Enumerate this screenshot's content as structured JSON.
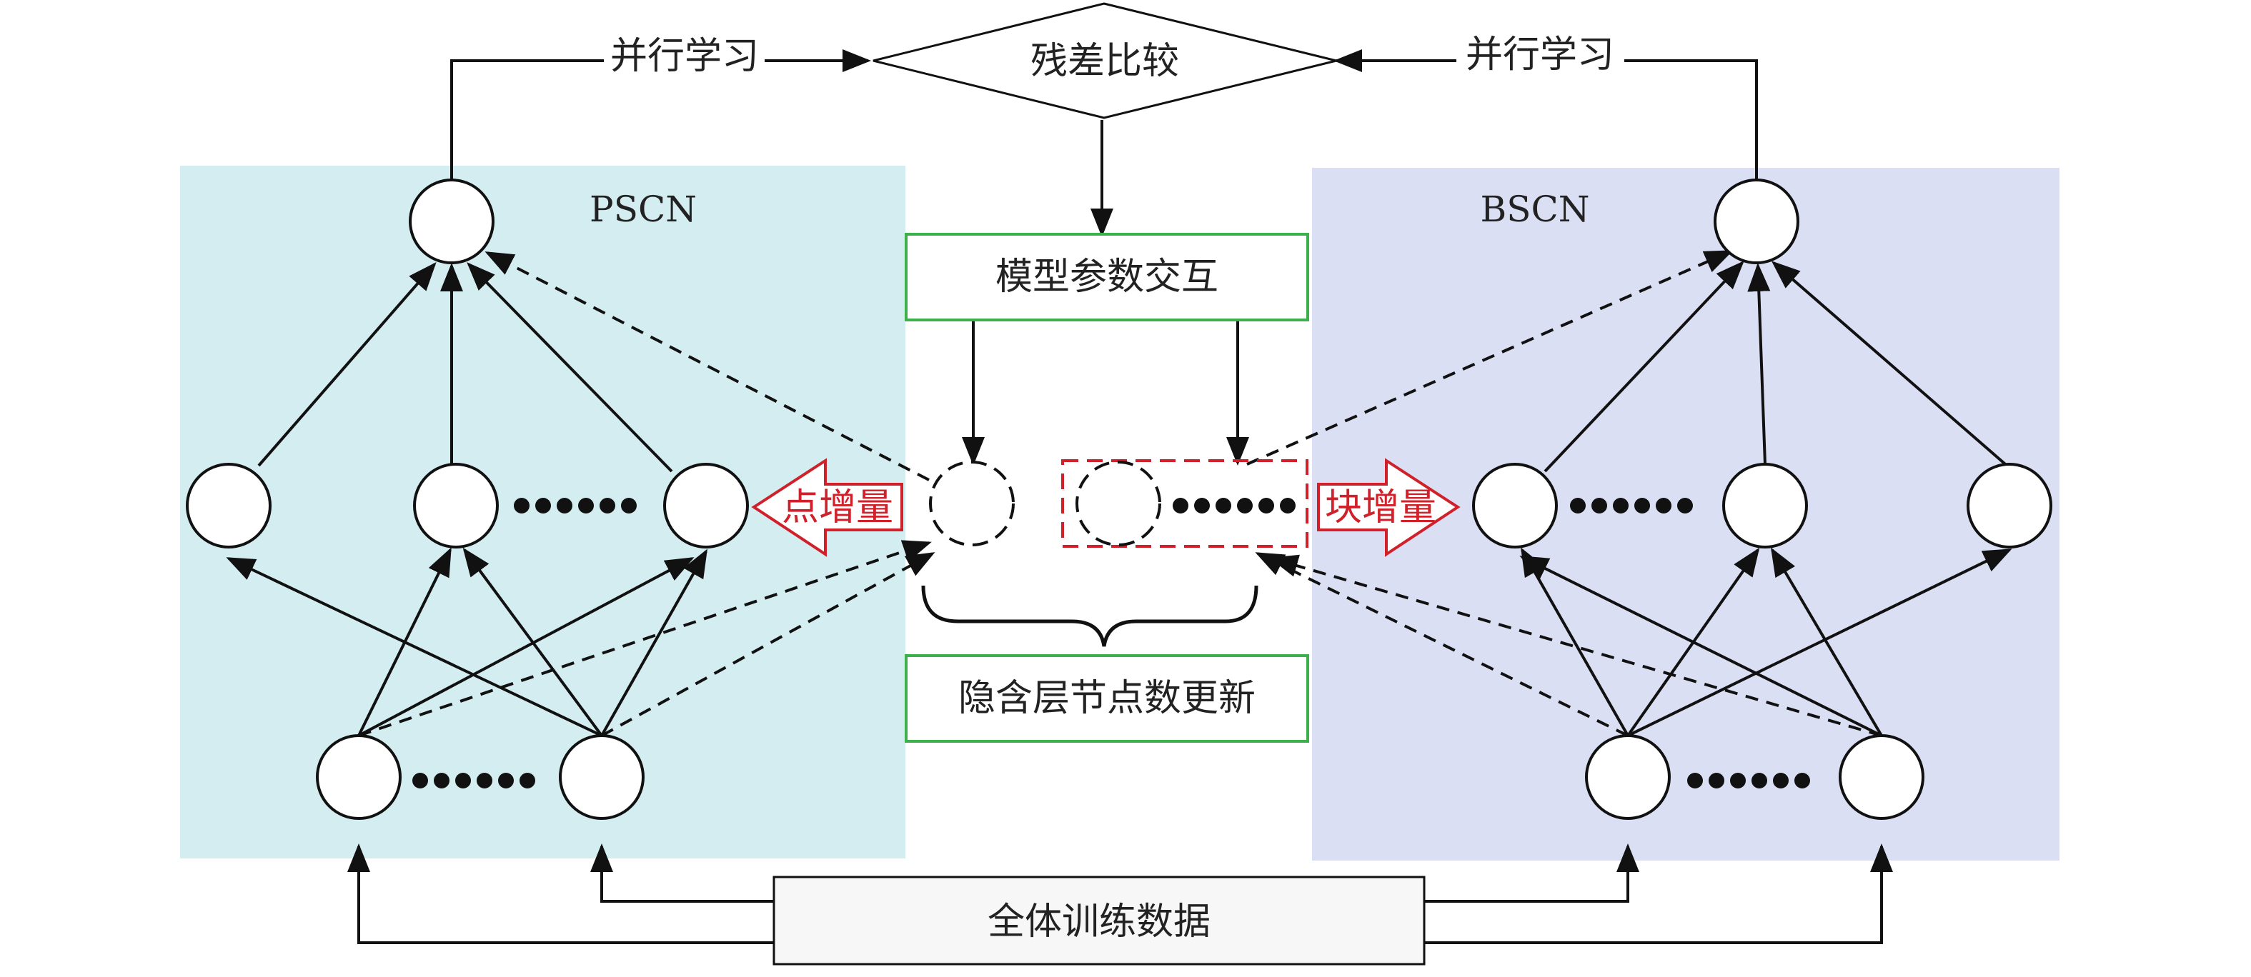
{
  "colors": {
    "pscn_bg": "#d3edf1",
    "bscn_bg": "#dadff3",
    "box_border_green": "#3cb04a",
    "increment_red": "#d0202a",
    "line": "#111111",
    "data_box_fill": "#f7f7f7"
  },
  "labels": {
    "residual_compare": "残差比较",
    "parallel_learning_left": "并行学习",
    "parallel_learning_right": "并行学习",
    "model_param_exchange": "模型参数交互",
    "hidden_node_update": "隐含层节点数更新",
    "all_training_data": "全体训练数据",
    "pscn": "PSCN",
    "bscn": "BSCN",
    "point_increment": "点增量",
    "block_increment": "块增量"
  },
  "icons": {
    "ellipsis": "dots",
    "node": "circle",
    "new_node": "dashed-circle",
    "increment_arrow": "hollow-arrow"
  }
}
